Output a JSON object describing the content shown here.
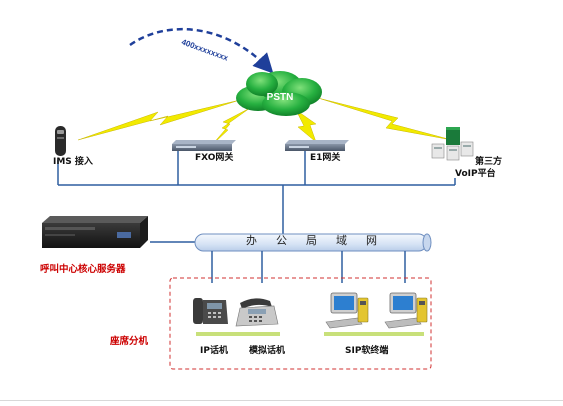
{
  "pstn": {
    "label": "PSTN"
  },
  "number": {
    "label": "400xxxxxxxx"
  },
  "access": {
    "ims": "IMS 接入",
    "fxo": "FXO网关",
    "e1": "E1网关",
    "third_party_line1": "第三方",
    "third_party_line2": "VoIP平台"
  },
  "server": {
    "label": "呼叫中心核心服务器"
  },
  "lan": {
    "chars": [
      "办",
      "公",
      "局",
      "域",
      "网"
    ]
  },
  "agents": {
    "group_label": "座席分机",
    "ip_phone": "IP话机",
    "analog_phone": "模拟话机",
    "sip_terminal": "SIP软终端"
  },
  "colors": {
    "line": "#2f5fa0",
    "lightning": "#f2ea00",
    "cloud": "#22a83a",
    "lan_tube": "#dfe9f7",
    "highlight_bar": "#c8e07a",
    "dashed_box": "#d03030",
    "arrow": "#1f3f9a",
    "server_label": "#cc0000"
  }
}
